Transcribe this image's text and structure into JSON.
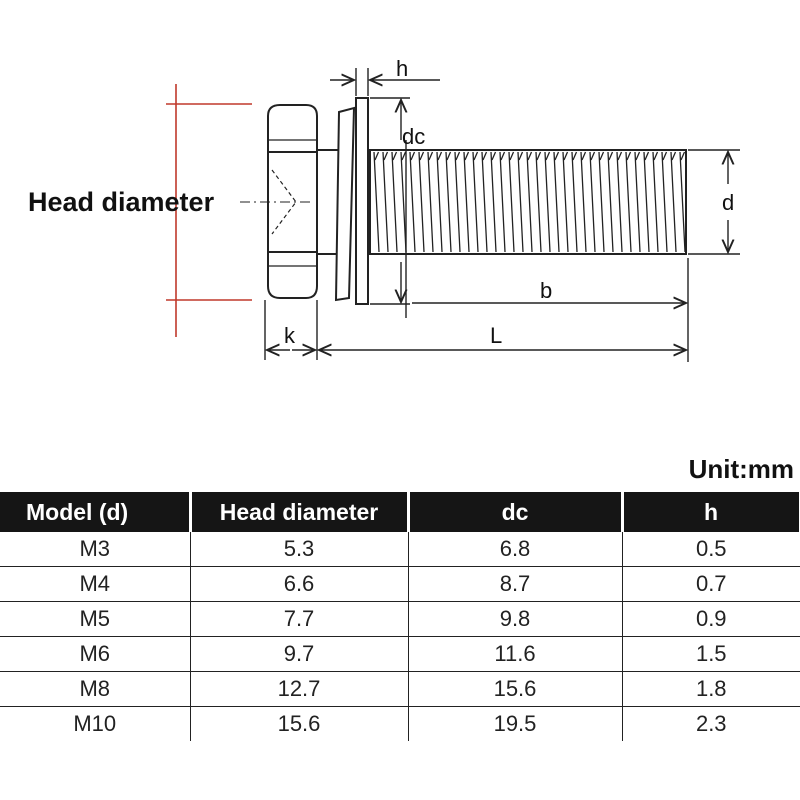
{
  "diagram": {
    "head_label": "Head diameter",
    "dims": {
      "h": "h",
      "dc": "dc",
      "d": "d",
      "b": "b",
      "k": "k",
      "L": "L"
    }
  },
  "table": {
    "unit": "Unit:mm",
    "headers": [
      "Model (d)",
      "Head diameter",
      "dc",
      "h"
    ],
    "rows": [
      [
        "M3",
        "5.3",
        "6.8",
        "0.5"
      ],
      [
        "M4",
        "6.6",
        "8.7",
        "0.7"
      ],
      [
        "M5",
        "7.7",
        "9.8",
        "0.9"
      ],
      [
        "M6",
        "9.7",
        "11.6",
        "1.5"
      ],
      [
        "M8",
        "12.7",
        "15.6",
        "1.8"
      ],
      [
        "M10",
        "15.6",
        "19.5",
        "2.3"
      ]
    ]
  },
  "colors": {
    "header_bg": "#151515",
    "head_diameter_marker": "#c0392b"
  }
}
